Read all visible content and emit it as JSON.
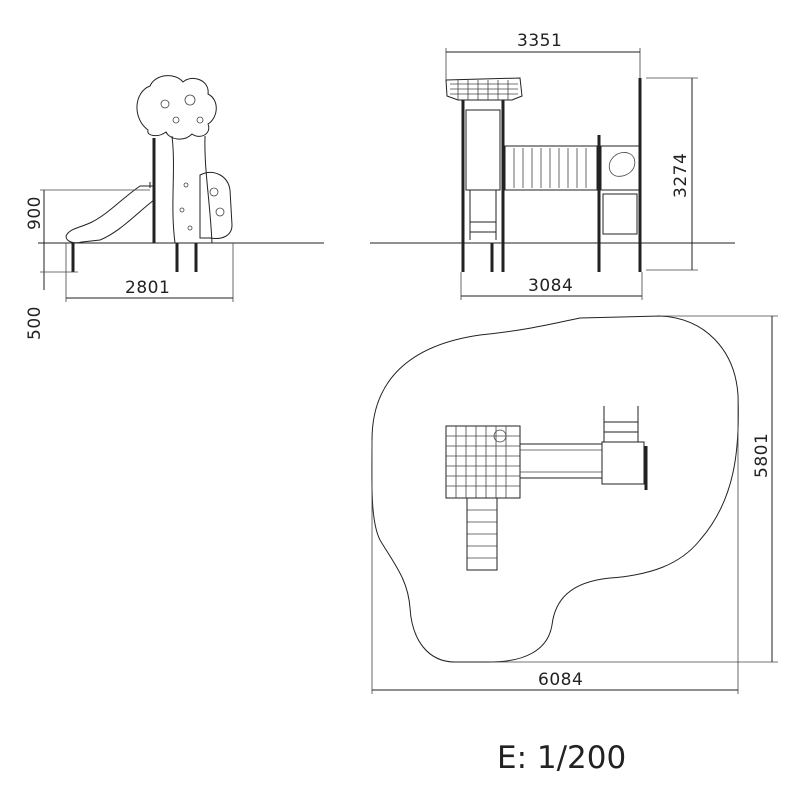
{
  "side_view": {
    "platform_height": "900",
    "foundation_depth": "500",
    "length": "2801"
  },
  "front_view": {
    "top_width": "3351",
    "height": "3274",
    "base_width": "3084"
  },
  "plan_view": {
    "safety_zone_height": "5801",
    "safety_zone_width": "6084"
  },
  "scale": "E: 1/200"
}
